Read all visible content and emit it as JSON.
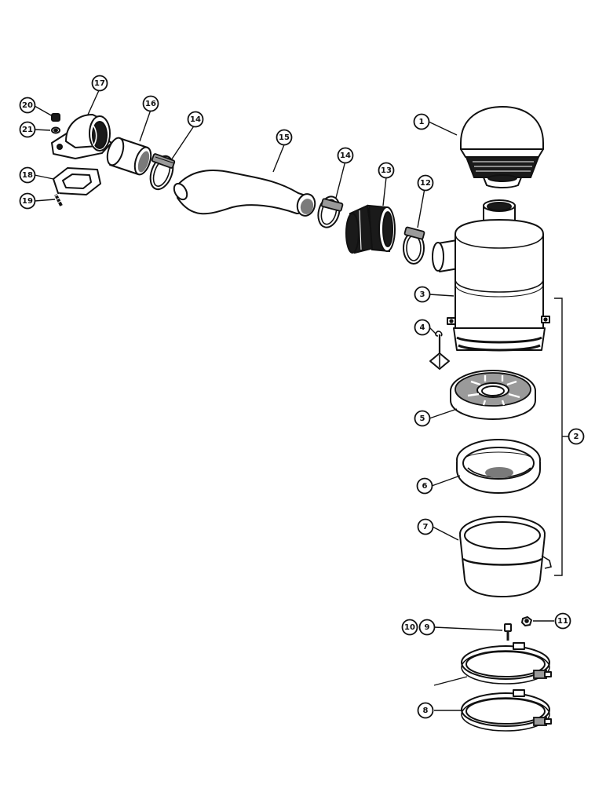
{
  "callouts": [
    {
      "label": "1"
    },
    {
      "label": "2"
    },
    {
      "label": "3"
    },
    {
      "label": "4"
    },
    {
      "label": "5"
    },
    {
      "label": "6"
    },
    {
      "label": "7"
    },
    {
      "label": "8"
    },
    {
      "label": "9"
    },
    {
      "label": "10"
    },
    {
      "label": "11"
    },
    {
      "label": "12"
    },
    {
      "label": "13"
    },
    {
      "label": "14"
    },
    {
      "label": "14"
    },
    {
      "label": "15"
    },
    {
      "label": "16"
    },
    {
      "label": "17"
    },
    {
      "label": "18"
    },
    {
      "label": "19"
    },
    {
      "label": "20"
    },
    {
      "label": "21"
    }
  ]
}
